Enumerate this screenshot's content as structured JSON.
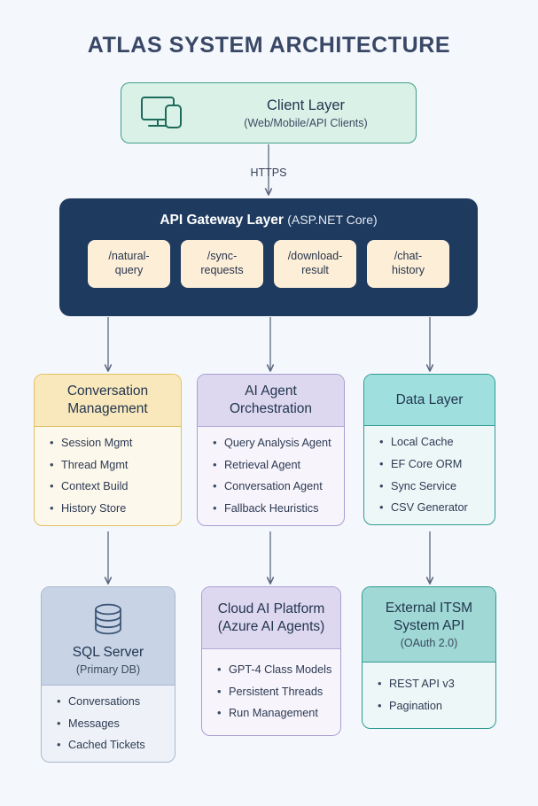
{
  "page": {
    "title": "ATLAS SYSTEM ARCHITECTURE",
    "background_color": "#f4f7fb",
    "title_color": "#394866"
  },
  "client_layer": {
    "icon": "desktop-mobile-icon",
    "title": "Client Layer",
    "subtitle": "(Web/Mobile/API Clients)",
    "fill_color": "#daf1e8",
    "border_color": "#3f9e86"
  },
  "connector_https": {
    "label": "HTTPS"
  },
  "gateway": {
    "title": "API Gateway Layer",
    "subtitle": "(ASP.NET Core)",
    "fill_color": "#1e3a5f",
    "chip_color": "#fdeed8",
    "endpoints": [
      {
        "line1": "/natural-",
        "line2": "query"
      },
      {
        "line1": "/sync-",
        "line2": "requests"
      },
      {
        "line1": "/download-",
        "line2": "result"
      },
      {
        "line1": "/chat-",
        "line2": "history"
      }
    ]
  },
  "mid_tier": [
    {
      "title_line1": "Conversation",
      "title_line2": "Management",
      "accent_color": "#e3c063",
      "header_color": "#fae8bd",
      "items": [
        "Session Mgmt",
        "Thread Mgmt",
        "Context Build",
        "History Store"
      ]
    },
    {
      "title_line1": "AI Agent",
      "title_line2": "Orchestration",
      "accent_color": "#a99ed4",
      "header_color": "#ded7f0",
      "items": [
        "Query Analysis Agent",
        "Retrieval Agent",
        "Conversation Agent",
        "Fallback Heuristics"
      ]
    },
    {
      "title_line1": "Data Layer",
      "title_line2": "",
      "accent_color": "#2f9b92",
      "header_color": "#9fe0de",
      "items": [
        "Local Cache",
        "EF Core ORM",
        "Sync Service",
        "CSV Generator"
      ]
    }
  ],
  "bottom_tier": [
    {
      "icon": "database-icon",
      "title_line1": "SQL Server",
      "title_line2": "",
      "subtitle": "(Primary DB)",
      "accent_color": "#a9b8cf",
      "header_color": "#c8d4e6",
      "items": [
        "Conversations",
        "Messages",
        "Cached Tickets"
      ]
    },
    {
      "icon": "",
      "title_line1": "Cloud AI Platform",
      "title_line2": "(Azure AI Agents)",
      "subtitle": "",
      "accent_color": "#a99ed4",
      "header_color": "#ded7f0",
      "items": [
        "GPT-4 Class Models",
        "Persistent Threads",
        "Run Management"
      ]
    },
    {
      "icon": "",
      "title_line1": "External ITSM",
      "title_line2": "System API",
      "subtitle": "(OAuth 2.0)",
      "accent_color": "#2f9b92",
      "header_color": "#9fd8d4",
      "items": [
        "REST API v3",
        "Pagination"
      ]
    }
  ]
}
